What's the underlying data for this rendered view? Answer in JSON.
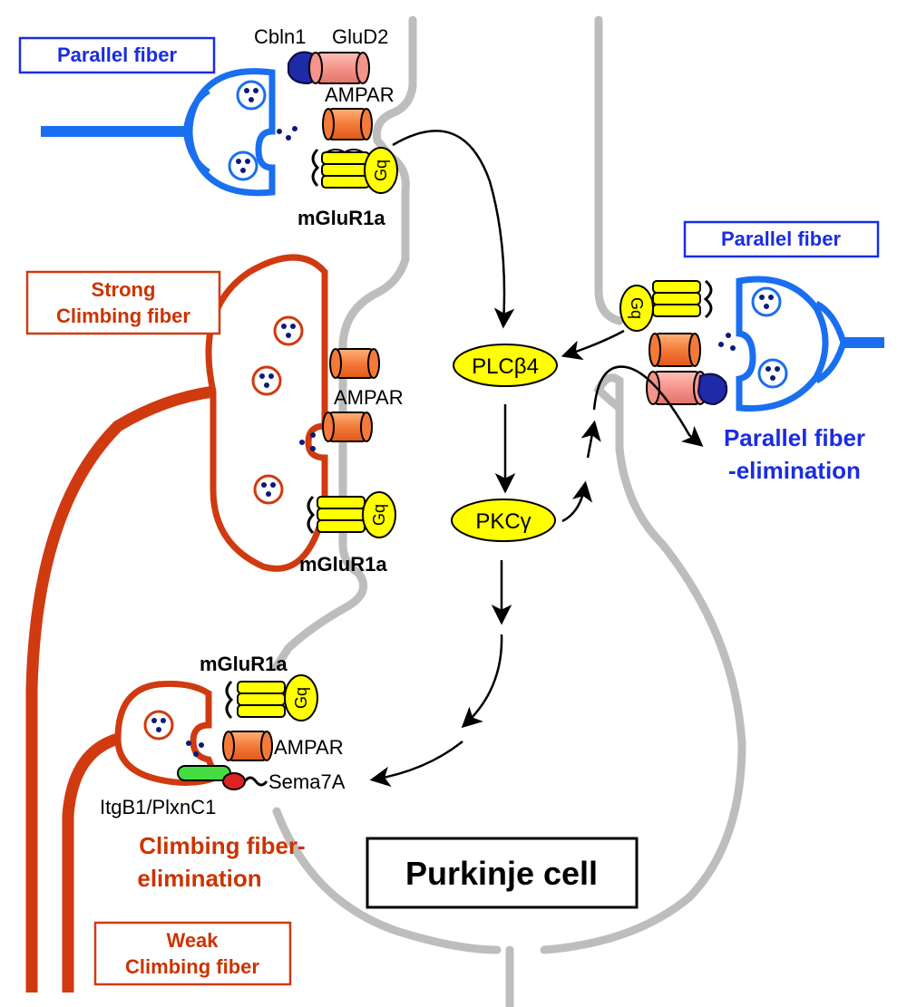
{
  "labels": {
    "parallel_fiber_top": "Parallel fiber",
    "parallel_fiber_right": "Parallel fiber",
    "cbln1": "Cbln1",
    "glud2": "GluD2",
    "ampar": "AMPAR",
    "mglur1a": "mGluR1a",
    "gq": "Gq",
    "strong_cf_line1": "Strong",
    "strong_cf_line2": "Climbing fiber",
    "weak_cf_line1": "Weak",
    "weak_cf_line2": "Climbing fiber",
    "plcb4": "PLCβ4",
    "pkcg": "PKCγ",
    "pf_elim_line1": "Parallel fiber",
    "pf_elim_line2": "-elimination",
    "cf_elim_line1": "Climbing fiber-",
    "cf_elim_line2": "elimination",
    "sema7a": "Sema7A",
    "itgb1": "ItgB1/PlxnC1",
    "purkinje": "Purkinje cell"
  },
  "colors": {
    "parallel_fiber": "#1a6ef0",
    "climbing_fiber": "#d03a10",
    "purkinje_membrane": "#bdbdbd",
    "glud2": "#f4948a",
    "ampar": "#f47a3a",
    "mglur": "#ffff00",
    "gq": "#ffff00",
    "cbln1": "#1f2aa8",
    "itgb1": "#44dd44",
    "sema7a": "#dd2222",
    "vesicle_dot": "#0b1a7a"
  }
}
